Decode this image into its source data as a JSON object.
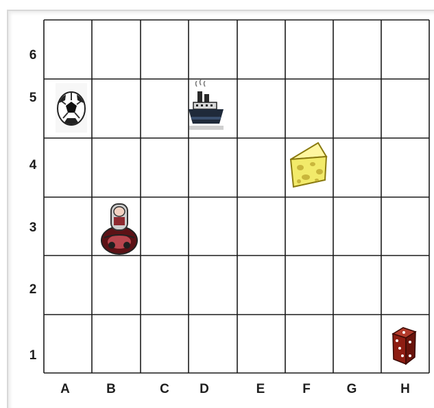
{
  "grid": {
    "columns": [
      "A",
      "B",
      "C",
      "D",
      "E",
      "F",
      "G",
      "H"
    ],
    "rows": [
      "6",
      "5",
      "4",
      "3",
      "2",
      "1"
    ]
  },
  "pieces": [
    {
      "name": "soccer-ball-icon",
      "col": "A",
      "row": "5"
    },
    {
      "name": "ship-icon",
      "col": "D",
      "row": "5"
    },
    {
      "name": "cheese-icon",
      "col": "F",
      "row": "4"
    },
    {
      "name": "bumper-car-icon",
      "col": "B",
      "row": "3"
    },
    {
      "name": "dice-icon",
      "col": "H",
      "row": "1"
    }
  ],
  "colors": {
    "grid_line": "#1a1a1a",
    "cheese": "#f2ea6a",
    "dice": "#8e1d12",
    "car": "#7a1b1f",
    "ship": "#1f2a3a"
  }
}
